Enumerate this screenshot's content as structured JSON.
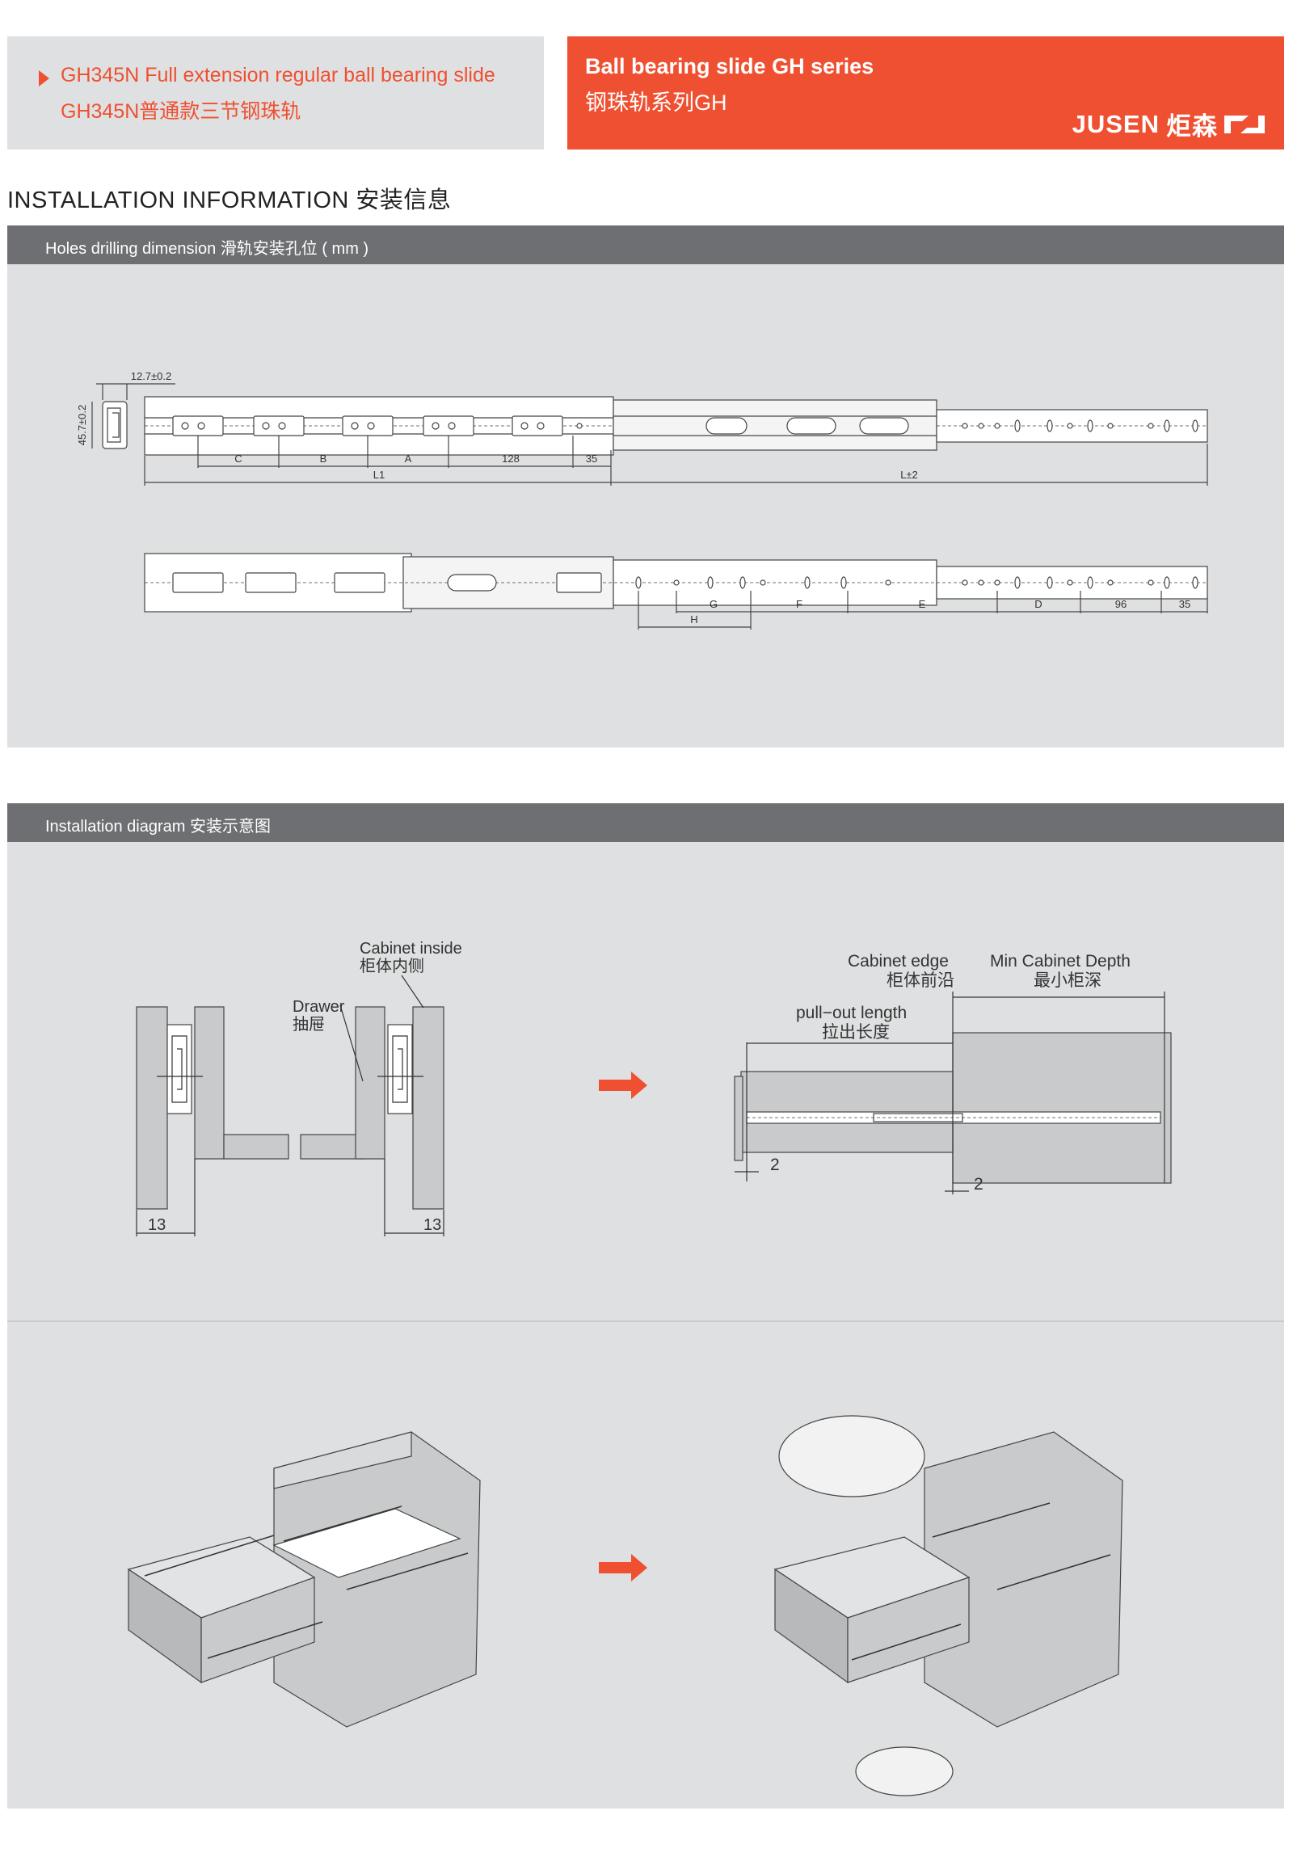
{
  "header": {
    "product_line_en": "GH345N Full extension regular ball bearing slide",
    "product_line_cn": "GH345N普通款三节钢珠轨",
    "series_en": "Ball bearing slide GH series",
    "series_cn": "钢珠轨系列GH",
    "brand_en": "JUSEN",
    "brand_cn": "炬森"
  },
  "installation_title": "INSTALLATION INFORMATION   安装信息",
  "holes_section": {
    "title": "Holes drilling dimension    滑轨安装孔位 ( mm )",
    "dimensions": {
      "rail_height": "45.7±0.2",
      "rail_width": "12.7±0.2",
      "top_segments": [
        "C",
        "B",
        "A",
        "128",
        "35"
      ],
      "L1": "L1",
      "L": "L±2",
      "bottom_segments": [
        "G",
        "F",
        "E",
        "D",
        "96",
        "35"
      ],
      "H": "H"
    }
  },
  "diagram_section": {
    "title": "Installation diagram    安装示意图",
    "labels": {
      "cabinet_inside_en": "Cabinet inside",
      "cabinet_inside_cn": "柜体内侧",
      "drawer_en": "Drawer",
      "drawer_cn": "抽屉",
      "gap_left": "13",
      "gap_right": "13",
      "cabinet_edge_en": "Cabinet edge",
      "cabinet_edge_cn": "柜体前沿",
      "min_depth_en": "Min Cabinet Depth",
      "min_depth_cn": "最小柜深",
      "pullout_en": "pull−out length",
      "pullout_cn": "拉出长度",
      "offset_left": "2",
      "offset_right": "2"
    }
  },
  "colors": {
    "accent": "#ef5031",
    "panel": "#dfe0e1",
    "bar": "#6e6f72"
  },
  "icons": [
    "triangle-arrow-icon",
    "right-arrow-icon",
    "jusen-logo-icon"
  ]
}
